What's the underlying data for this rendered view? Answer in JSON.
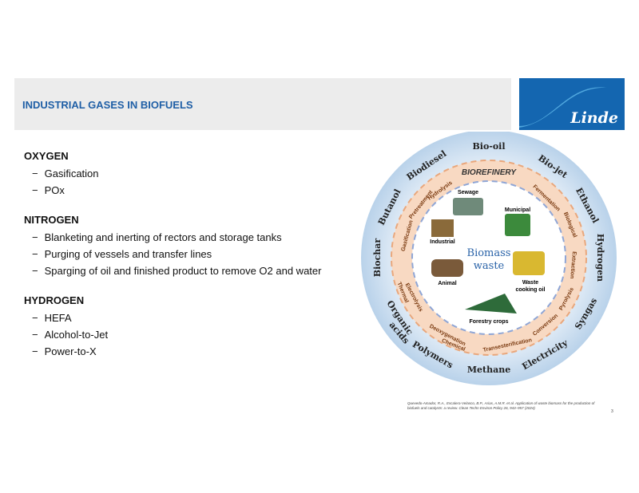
{
  "header": {
    "title": "INDUSTRIAL GASES IN BIOFUELS",
    "logo_text": "Linde"
  },
  "sections": [
    {
      "title": "OXYGEN",
      "items": [
        "Gasification",
        "POx"
      ]
    },
    {
      "title": "NITROGEN",
      "items": [
        "Blanketing and inerting of rectors and storage tanks",
        "Purging of vessels and transfer lines",
        "Sparging of oil and finished product to remove O2 and water"
      ]
    },
    {
      "title": "HYDROGEN",
      "items": [
        "HEFA",
        "Alcohol-to-Jet",
        "Power-to-X"
      ]
    }
  ],
  "diagram": {
    "center_label": [
      "Biomass",
      "waste"
    ],
    "ring_title": "BIOREFINERY",
    "products": [
      "Bio-oil",
      "Bio-jet",
      "Ethanol",
      "Hydrogen",
      "Syngas",
      "Electricity",
      "Methane",
      "Polymers",
      "Organic",
      "acids",
      "Biochar",
      "Butanol",
      "Biodiesel"
    ],
    "processes": [
      "Hydrolysis",
      "Pretreatment",
      "Gasification",
      "Thermal",
      "Electrolysis",
      "Deoxygenation",
      "Chemical",
      "Transesterification",
      "Conversion",
      "Pyrolysis",
      "Extraction",
      "Biological",
      "Fermentation"
    ],
    "sources": [
      "Sewage",
      "Municipal",
      "Industrial",
      "Animal",
      "Waste",
      "cooking oil",
      "Forestry crops"
    ]
  },
  "citation": "Quevedo-Amador, R.A., Escalera-Velasco, B.P., Arias, A.M.R. et al. Application of waste biomass for the production of biofuels and catalysts: a review. Clean Techn Environ Policy 26, 943–957 (2024)",
  "page_number": "3",
  "colors": {
    "title": "#1f5fa6",
    "logo_bg": "#1466b0",
    "outer_ring": "#c9dcef",
    "process_ring": "#f8d9c2"
  }
}
